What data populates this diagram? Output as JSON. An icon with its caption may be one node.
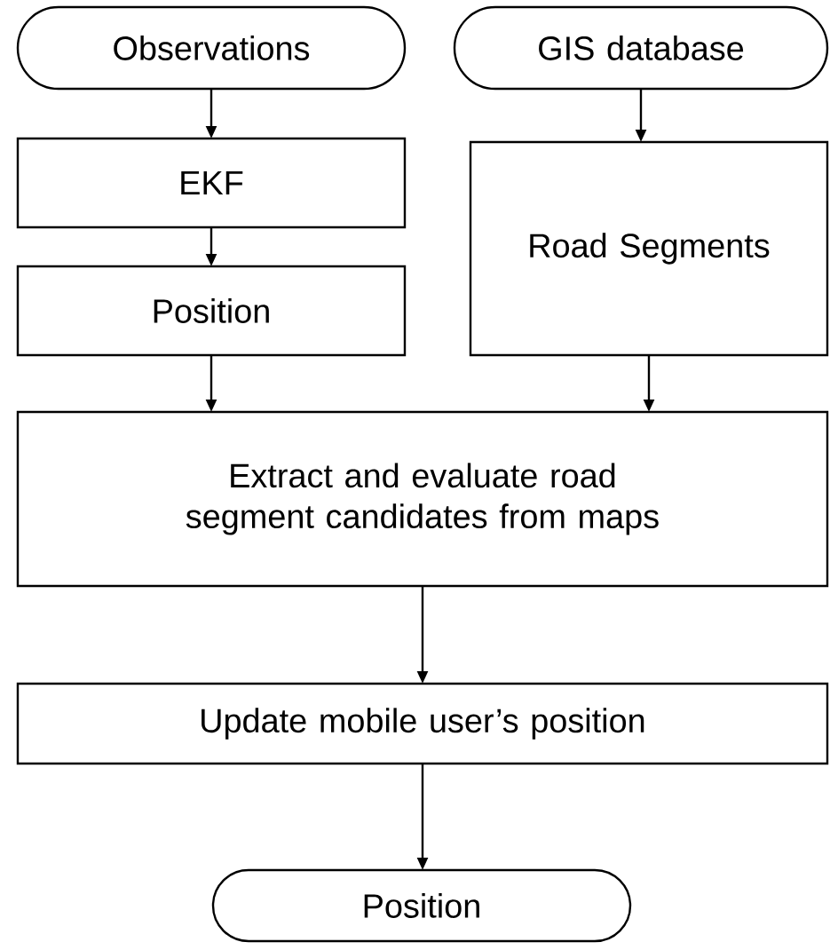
{
  "diagram": {
    "nodes": [
      {
        "text": [
          "Observations"
        ]
      },
      {
        "text": [
          "GIS database"
        ]
      },
      {
        "text": [
          "EKF"
        ]
      },
      {
        "text": [
          "Position"
        ]
      },
      {
        "text": [
          "Extract and evaluate road segment candidates from maps"
        ]
      },
      {
        "text": [
          "Road Segments"
        ]
      },
      {
        "text": [
          "Update mobile user’s position"
        ]
      },
      {
        "text": [
          "Position"
        ]
      }
    ],
    "edges": [
      {
        "from": 0,
        "to": 2,
        "arrow": "to"
      },
      {
        "from": 2,
        "to": 3,
        "arrow": "to"
      },
      {
        "from": 3,
        "to": 4,
        "arrow": "to"
      },
      {
        "from": 1,
        "to": 5,
        "arrow": "to"
      },
      {
        "from": 5,
        "to": 4,
        "arrow": "to"
      },
      {
        "from": 4,
        "to": 6,
        "arrow": "to"
      },
      {
        "from": 6,
        "to": 7,
        "arrow": "to"
      }
    ]
  }
}
